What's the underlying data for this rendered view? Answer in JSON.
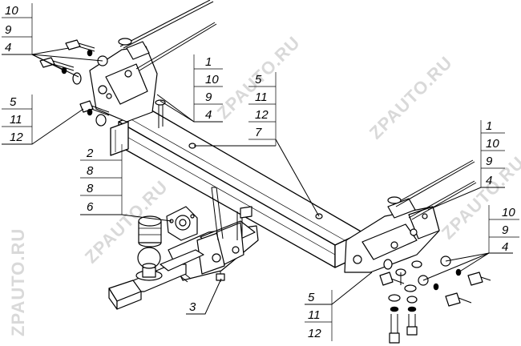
{
  "watermark": "ZPAUTO.RU",
  "callouts": {
    "top_left": [
      "10",
      "9",
      "4"
    ],
    "left_mid": [
      "5",
      "11",
      "12"
    ],
    "left_group": [
      "2",
      "8",
      "8",
      "6"
    ],
    "bottom_left_single": [
      "3"
    ],
    "center_top": [
      "1",
      "10",
      "9",
      "4"
    ],
    "center_mid": [
      "5",
      "11",
      "12",
      "7"
    ],
    "right_top": [
      "1",
      "10",
      "9",
      "4"
    ],
    "right_mid": [
      "10",
      "9",
      "4"
    ],
    "bottom_mid": [
      "5",
      "11",
      "12"
    ]
  }
}
